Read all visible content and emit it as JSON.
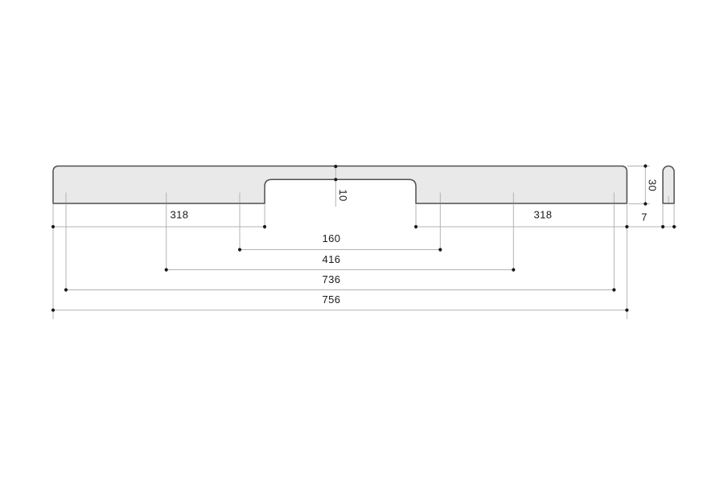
{
  "page": {
    "background": "#ffffff",
    "description": "Technical dimension drawing of a profile handle: front view with bottom grip recess and side section view"
  },
  "colors": {
    "profile_fill": "#e9e9e9",
    "profile_outline": "#4f4f4f",
    "dim_line": "#b3b3b3",
    "dot": "#1a1a1a",
    "text": "#1a1a1a"
  },
  "front_view": {
    "dim_318_left": "318",
    "dim_318_right": "318",
    "dim_160": "160",
    "dim_416": "416",
    "dim_736": "736",
    "dim_756": "756",
    "dim_recess_depth": "10"
  },
  "side_view": {
    "dim_height": "30",
    "dim_thickness": "7"
  }
}
